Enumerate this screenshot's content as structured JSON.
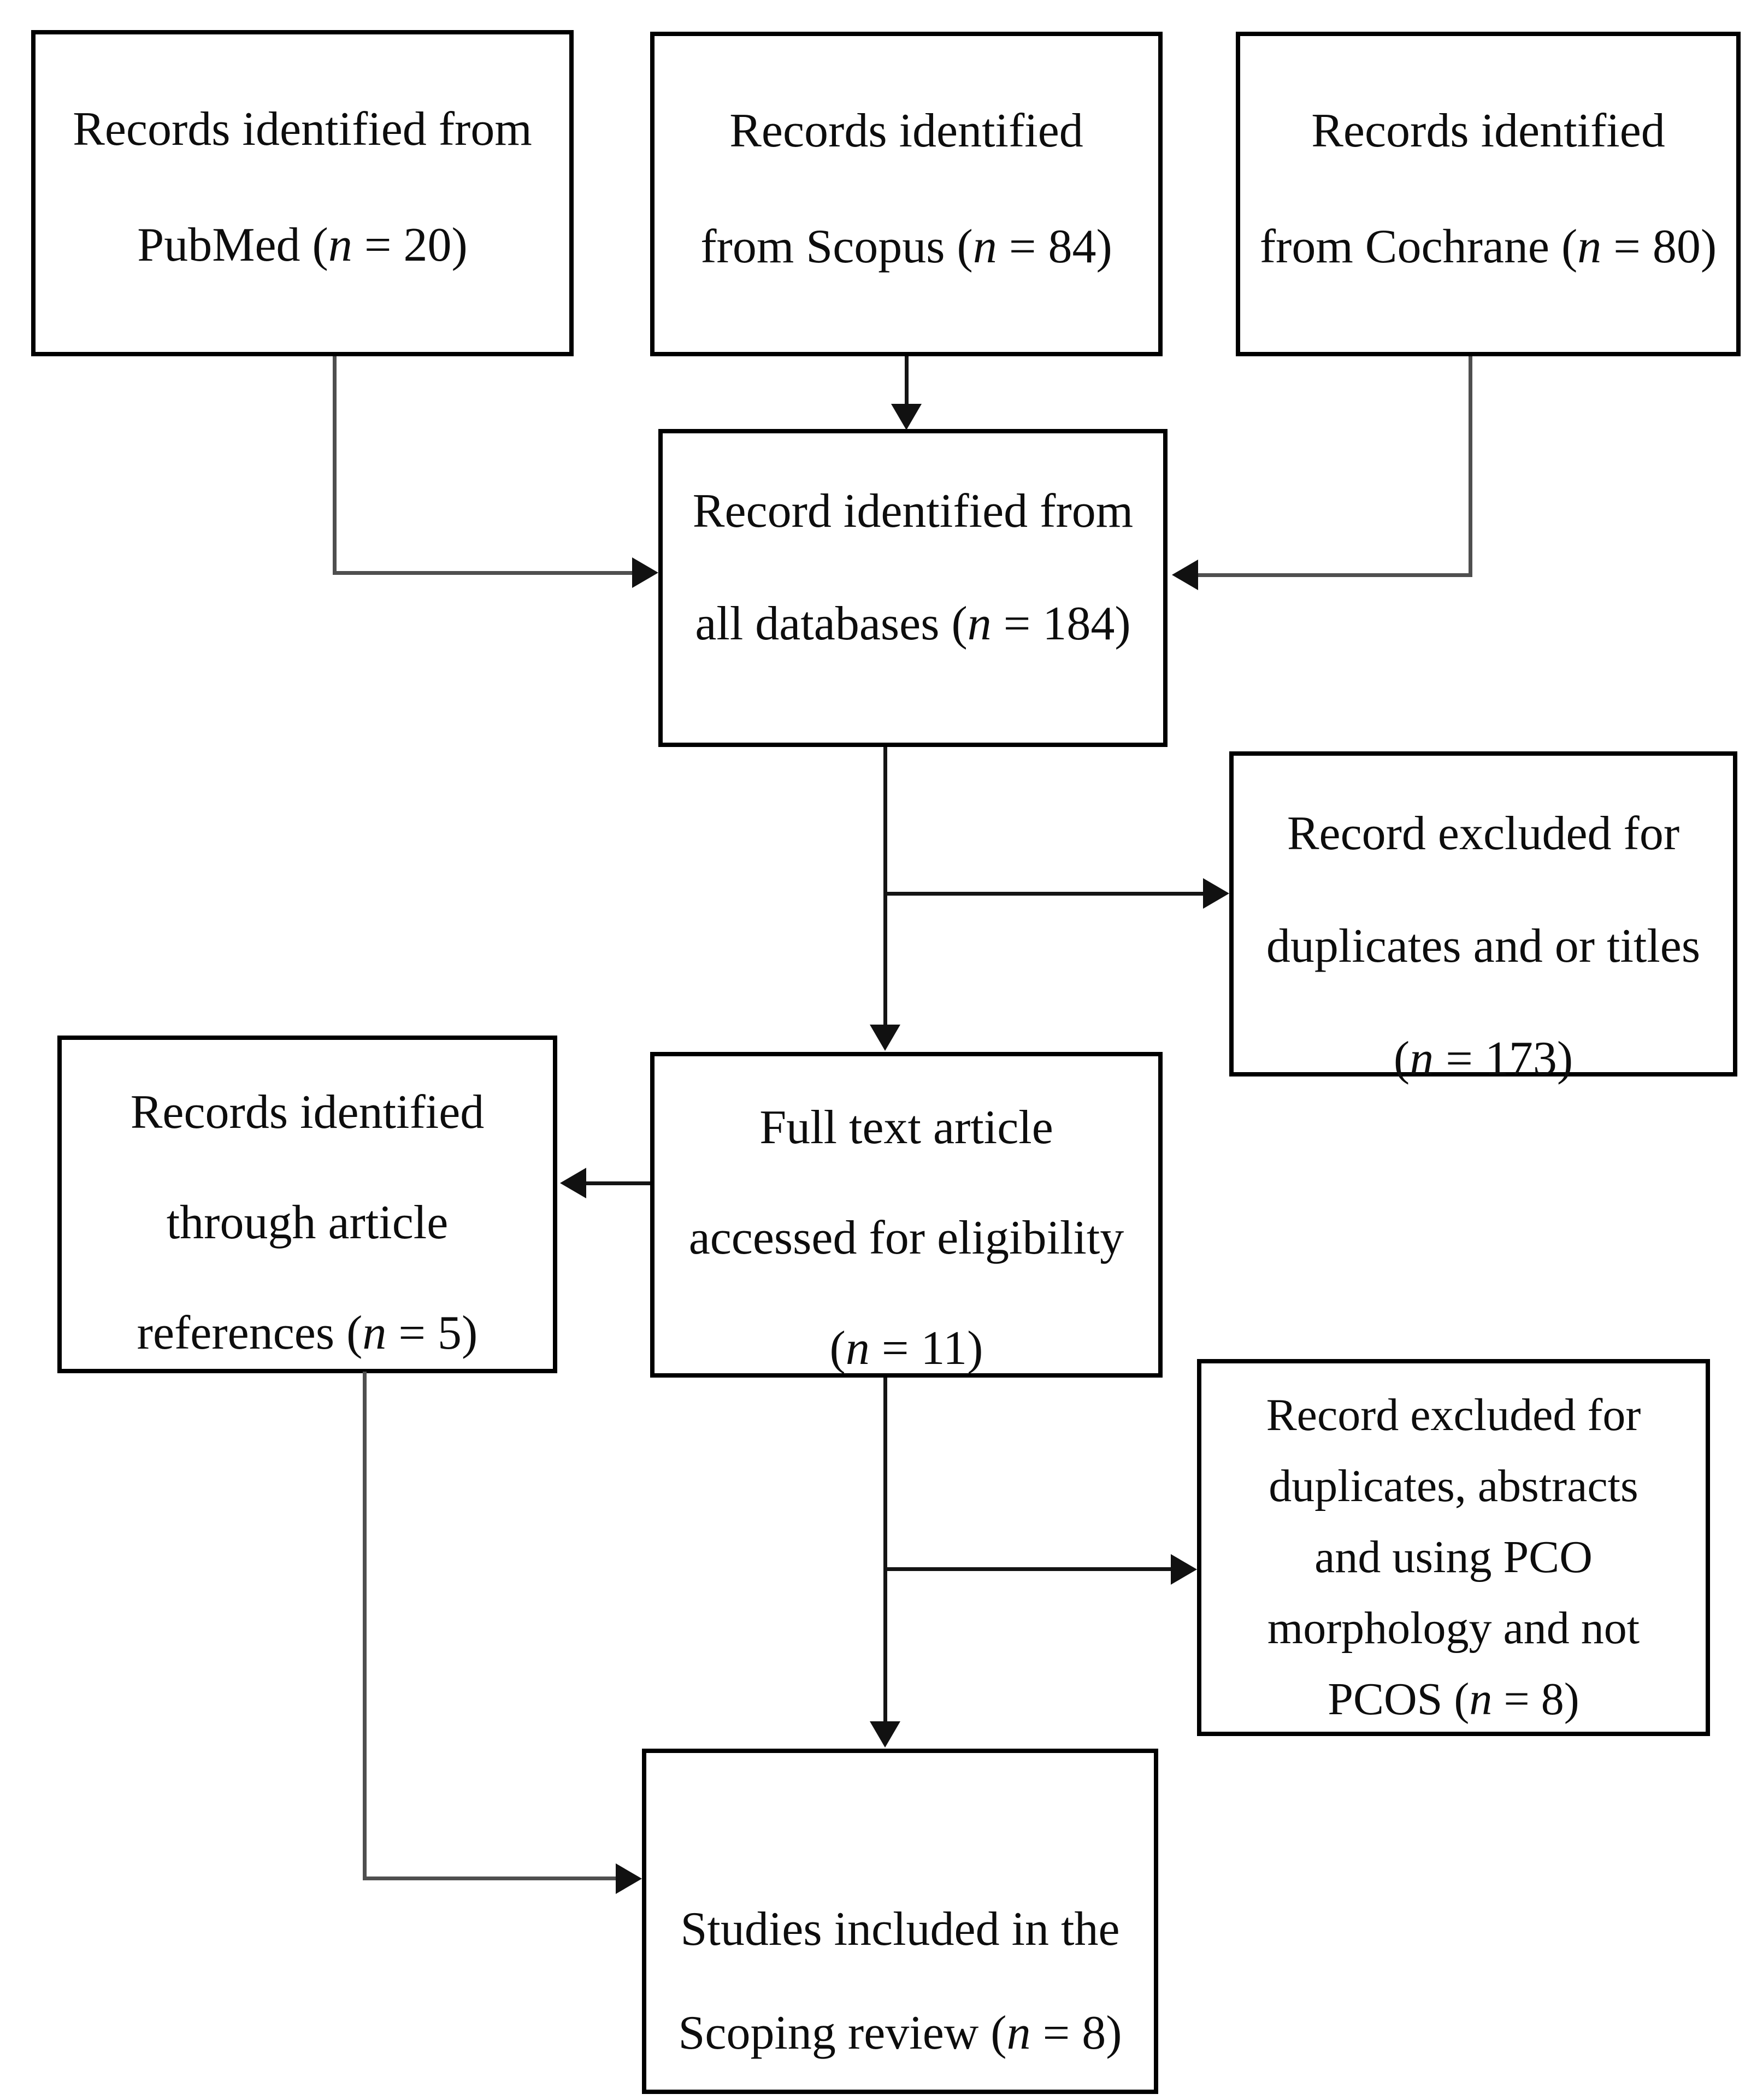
{
  "colors": {
    "background": "#ffffff",
    "box_border": "#000000",
    "text": "#0d0d0d",
    "connector_gray": "#4f4f4f",
    "connector_black": "#141414",
    "arrowhead": "#111111"
  },
  "boxes": {
    "pubmed": {
      "n": "20",
      "lines": [
        {
          "text": "Records identified from"
        },
        {
          "pre": "PubMed (",
          "n": "n",
          "post": " = 20)"
        }
      ]
    },
    "scopus": {
      "n": "84",
      "lines": [
        {
          "text": "Records identified"
        },
        {
          "pre": "from Scopus (",
          "n": "n",
          "post": " = 84)"
        }
      ]
    },
    "cochrane": {
      "n": "80",
      "lines": [
        {
          "text": "Records identified"
        },
        {
          "pre": "from Cochrane (",
          "n": "n",
          "post": " = 80)"
        }
      ]
    },
    "all_databases": {
      "n": "184",
      "lines": [
        {
          "text": "Record identified from"
        },
        {
          "pre": "all databases (",
          "n": "n",
          "post": " = 184)"
        }
      ]
    },
    "excluded_titles": {
      "n": "173",
      "lines": [
        {
          "text": "Record excluded for"
        },
        {
          "text": "duplicates and or titles"
        },
        {
          "pre": "(",
          "n": "n",
          "post": " = 173)"
        }
      ]
    },
    "full_text": {
      "n": "11",
      "lines": [
        {
          "text": "Full text article"
        },
        {
          "text": "accessed for eligibility"
        },
        {
          "pre": "(",
          "n": "n",
          "post": " = 11)"
        }
      ]
    },
    "references": {
      "n": "5",
      "lines": [
        {
          "text": "Records identified"
        },
        {
          "text": "through article"
        },
        {
          "pre": "references (",
          "n": "n",
          "post": " = 5)"
        }
      ]
    },
    "excluded_pco": {
      "n": "8",
      "lines": [
        {
          "text": "Record excluded for"
        },
        {
          "text": "duplicates, abstracts"
        },
        {
          "text": "and using PCO"
        },
        {
          "text": "morphology and not"
        },
        {
          "pre": "PCOS (",
          "n": "n",
          "post": " = 8)"
        }
      ]
    },
    "included": {
      "n": "8",
      "lines": [
        {
          "text": "Studies included in the"
        },
        {
          "pre": "Scoping review (",
          "n": "n",
          "post": " = 8)"
        }
      ]
    }
  },
  "edges": [
    {
      "from": "pubmed",
      "to": "all_databases"
    },
    {
      "from": "scopus",
      "to": "all_databases"
    },
    {
      "from": "cochrane",
      "to": "all_databases"
    },
    {
      "from": "all_databases",
      "to": "excluded_titles"
    },
    {
      "from": "all_databases",
      "to": "full_text"
    },
    {
      "from": "full_text",
      "to": "references"
    },
    {
      "from": "full_text",
      "to": "excluded_pco"
    },
    {
      "from": "full_text",
      "to": "included"
    },
    {
      "from": "references",
      "to": "included"
    }
  ]
}
